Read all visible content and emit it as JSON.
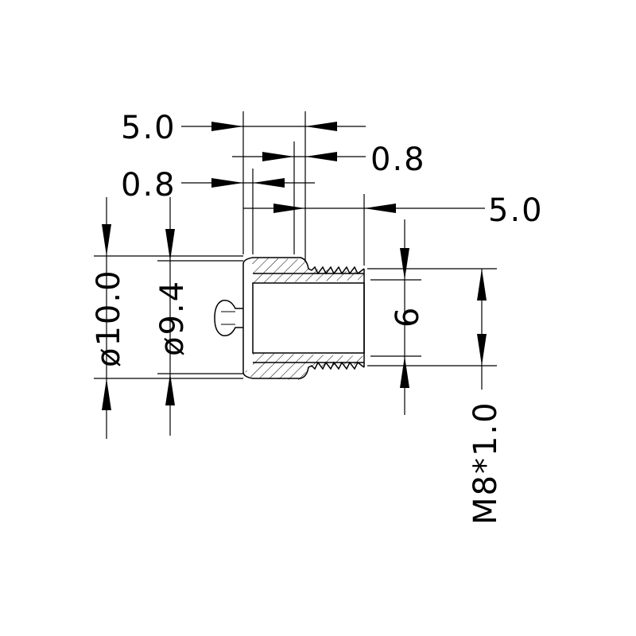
{
  "dimensions": {
    "top_width": "5.0",
    "thread_right": "0.8",
    "flange_left": "0.8",
    "body_length": "5.0",
    "outer_diameter": "ø10.0",
    "flange_diameter": "ø9.4",
    "bore_diameter": "6",
    "thread_spec": "M8*1.0"
  },
  "colors": {
    "line": "#000000",
    "background": "#ffffff"
  }
}
